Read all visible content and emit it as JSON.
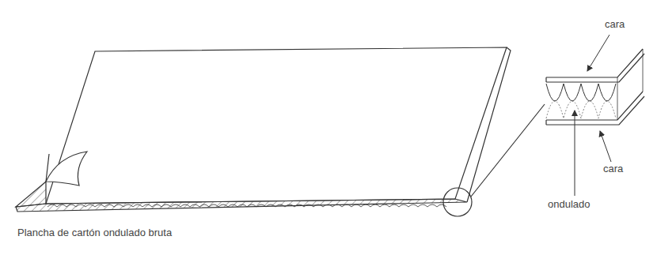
{
  "diagram": {
    "labels": [
      "cara",
      "ondulado",
      "cara",
      "Plancha de cartón ondulado bruta"
    ]
  }
}
